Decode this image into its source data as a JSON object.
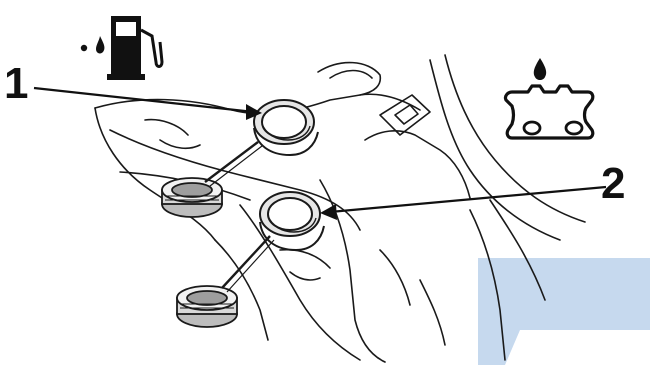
{
  "diagram": {
    "callouts": [
      {
        "number": "1",
        "part": "fuel-tank-filler"
      },
      {
        "number": "2",
        "part": "chain-oil-tank-filler"
      }
    ],
    "icons": [
      {
        "name": "fuel-pump-icon",
        "meaning": "fuel"
      },
      {
        "name": "saw-chain-oil-icon",
        "meaning": "chain oil"
      }
    ],
    "colors": {
      "line": "#1a1a1a",
      "shade": "#cfcfcf",
      "watermark": "#b8d0ea"
    }
  }
}
